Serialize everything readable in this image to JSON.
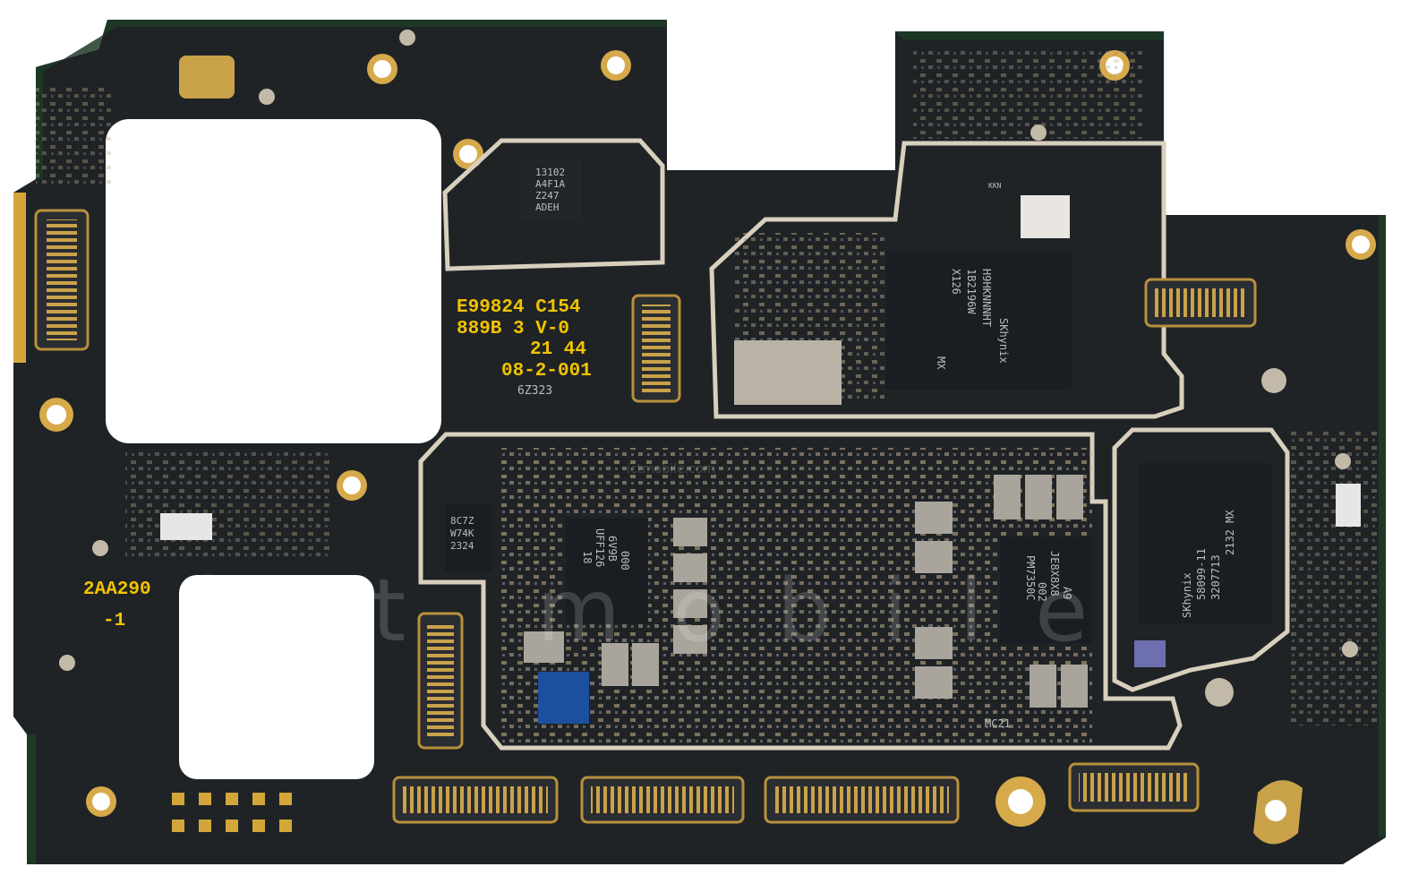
{
  "board": {
    "silkscreen": {
      "line1": "E99824 C154",
      "line2": "889B 3 V-0",
      "line3": "21 44",
      "line4": "08-2-001",
      "line5": "6Z323",
      "left_label": "2AA290",
      "left_sub": "-1",
      "mc_label": "MC21"
    },
    "chips": {
      "pmic_small": [
        "13102",
        "A4F1A",
        "Z247",
        "ADEH"
      ],
      "ram_top": [
        "SKhynix",
        "H9HKNNNHT",
        "1B2196W",
        "X126",
        "MX"
      ],
      "storage_right": [
        "SKhynix",
        "58099-11",
        "3207713",
        "2132 MX"
      ],
      "chip_left": [
        "8C7Z",
        "W74K",
        "2324"
      ],
      "chip_mid": [
        "000",
        "6V9B",
        "UFF126",
        "18"
      ],
      "chip_pm": [
        "PM7350C",
        "002",
        "JE8X8X8",
        "A9"
      ],
      "small_kkn": "KKN"
    },
    "watermark": {
      "main": "ict mobile",
      "sub": "ictmobile.com"
    }
  }
}
